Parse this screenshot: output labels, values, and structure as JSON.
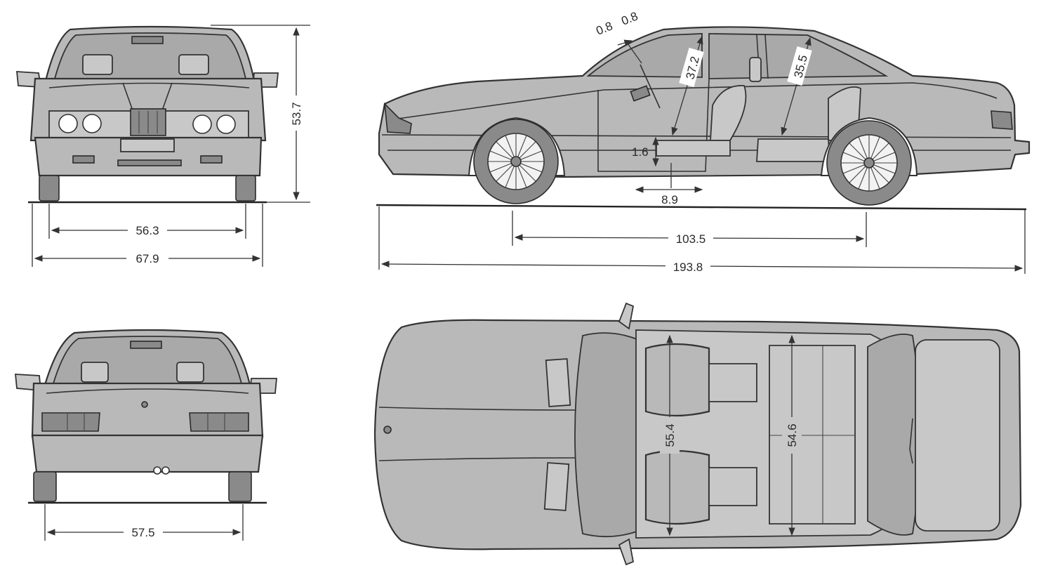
{
  "dimensions": {
    "front_track": "56.3",
    "front_width": "67.9",
    "height": "53.7",
    "rear_track": "57.5",
    "pillar_a": "0.8",
    "pillar_b": "0.8",
    "front_headroom": "37.2",
    "rear_headroom": "35.5",
    "seat_height": "1.6",
    "seat_travel": "8.9",
    "wheelbase": "103.5",
    "overall_length": "193.8",
    "front_shoulder": "55.4",
    "rear_shoulder": "54.6"
  },
  "colors": {
    "body": "#b9b9b9",
    "line": "#333333",
    "background": "#ffffff"
  }
}
